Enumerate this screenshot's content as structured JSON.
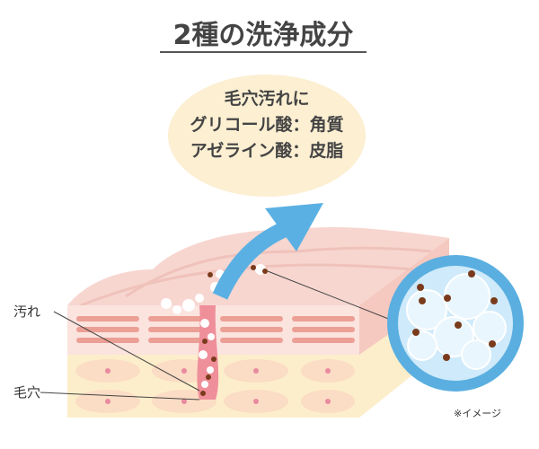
{
  "title": "2種の洗浄成分",
  "bubble": {
    "line1": "毛穴汚れに",
    "line2": "グリコール酸：角質",
    "line3": "アゼライン酸：皮脂"
  },
  "labels": {
    "dirt": "汚れ",
    "pore": "毛穴"
  },
  "note": "※イメージ",
  "colors": {
    "arrow": "#5bb0e3",
    "bubble": "#fcefd2",
    "skin_top": "#f7d6d0",
    "skin_lower": "#fdeecb",
    "dirt": "#7a3b1c"
  }
}
